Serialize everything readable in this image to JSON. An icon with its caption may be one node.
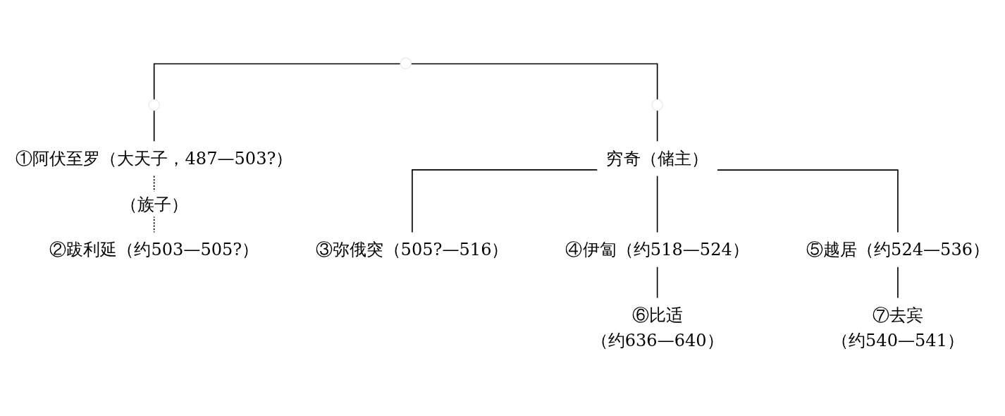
{
  "diagram": {
    "nodes": [
      {
        "text": [],
        "shape": "circle"
      },
      {
        "text": [],
        "shape": "circle"
      },
      {
        "text": [],
        "shape": "circle"
      },
      {
        "text": [
          "①阿伏至罗（大天子，487—503?）"
        ]
      },
      {
        "text": [
          "穷奇（储主）"
        ]
      },
      {
        "text": [
          "②跋利延（约503—505?）"
        ]
      },
      {
        "text": [
          "③弥俄突（505?—516）"
        ]
      },
      {
        "text": [
          "④伊匐（约518—524）"
        ]
      },
      {
        "text": [
          "⑤越居（约524—536）"
        ]
      },
      {
        "text": [
          "⑥比适",
          "（约636—640）"
        ]
      },
      {
        "text": [
          "⑦去宾",
          "（约540—541）"
        ]
      }
    ],
    "edges": [
      {
        "from": 0,
        "to": 1,
        "arrow": "none"
      },
      {
        "from": 0,
        "to": 2,
        "arrow": "none"
      },
      {
        "from": 1,
        "to": 3,
        "arrow": "none"
      },
      {
        "from": 2,
        "to": 4,
        "arrow": "none"
      },
      {
        "from": 3,
        "to": 5,
        "arrow": "none",
        "style": "dashed",
        "label": "（族子）"
      },
      {
        "from": 4,
        "to": 6,
        "arrow": "none"
      },
      {
        "from": 4,
        "to": 7,
        "arrow": "none"
      },
      {
        "from": 4,
        "to": 8,
        "arrow": "none"
      },
      {
        "from": 7,
        "to": 9,
        "arrow": "none"
      },
      {
        "from": 8,
        "to": 10,
        "arrow": "none"
      }
    ]
  }
}
